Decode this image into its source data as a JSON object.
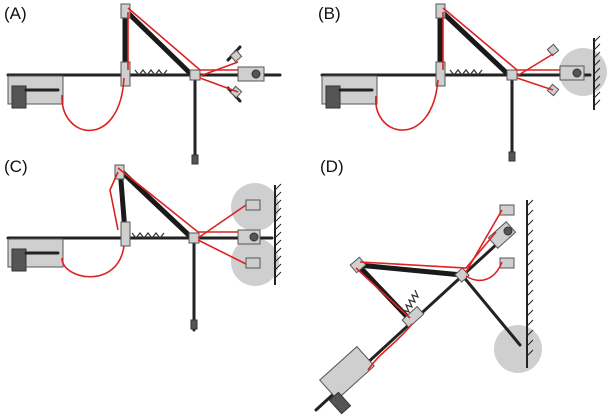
{
  "panels": [
    {
      "id": "A",
      "label": "(A)"
    },
    {
      "id": "B",
      "label": "(B)"
    },
    {
      "id": "C",
      "label": "(C)"
    },
    {
      "id": "D",
      "label": "(D)"
    }
  ],
  "colors": {
    "cable": "#d22222",
    "rod": "#222222",
    "contact_region": "#cfcfcf",
    "component_fill": "#cfcfcf"
  }
}
